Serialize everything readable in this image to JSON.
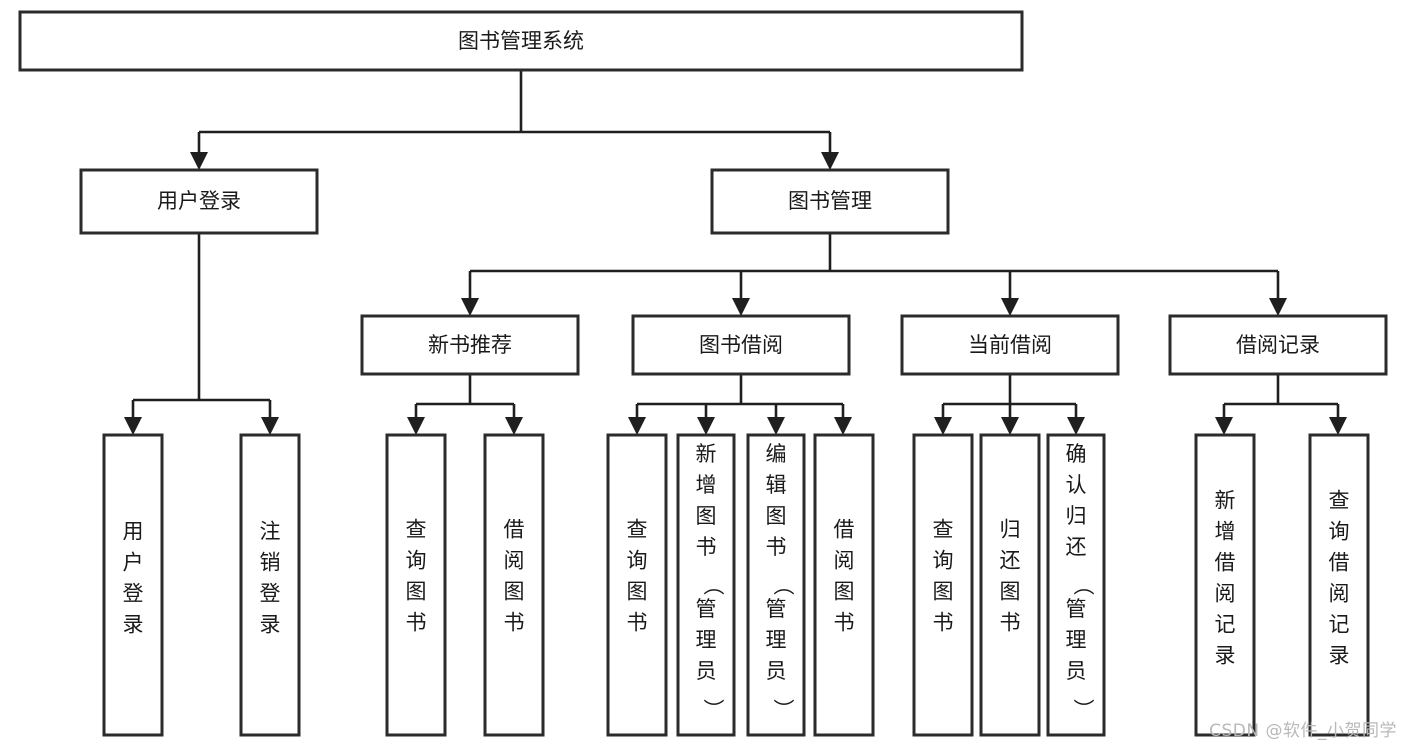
{
  "diagram": {
    "title": "图书管理系统",
    "watermark": "CSDN @软件_小贺同学",
    "colors": {
      "box_stroke": "#2b2b2b",
      "connector": "#1f1f1f",
      "background": "#ffffff",
      "text": "#1a1a1a",
      "watermark": "#b9b9b9"
    },
    "level1": {
      "label": "图书管理系统"
    },
    "level2": [
      {
        "label": "用户登录"
      },
      {
        "label": "图书管理"
      }
    ],
    "level3": [
      {
        "label": "新书推荐"
      },
      {
        "label": "图书借阅"
      },
      {
        "label": "当前借阅"
      },
      {
        "label": "借阅记录"
      }
    ],
    "leaves": {
      "user_login": [
        {
          "label": "用户登录",
          "chars": [
            "用",
            "户",
            "登",
            "录"
          ]
        },
        {
          "label": "注销登录",
          "chars": [
            "注",
            "销",
            "登",
            "录"
          ]
        }
      ],
      "new_book_recommend": [
        {
          "label": "查询图书",
          "chars": [
            "查",
            "询",
            "图",
            "书"
          ]
        },
        {
          "label": "借阅图书",
          "chars": [
            "借",
            "阅",
            "图",
            "书"
          ]
        }
      ],
      "book_borrow": [
        {
          "label": "查询图书",
          "chars": [
            "查",
            "询",
            "图",
            "书"
          ]
        },
        {
          "label": "新增图书（管理员）",
          "chars": [
            "新",
            "增",
            "图",
            "书",
            "（",
            "管",
            "理",
            "员",
            "）"
          ]
        },
        {
          "label": "编辑图书（管理员）",
          "chars": [
            "编",
            "辑",
            "图",
            "书",
            "（",
            "管",
            "理",
            "员",
            "）"
          ]
        },
        {
          "label": "借阅图书",
          "chars": [
            "借",
            "阅",
            "图",
            "书"
          ]
        }
      ],
      "current_borrow": [
        {
          "label": "查询图书",
          "chars": [
            "查",
            "询",
            "图",
            "书"
          ]
        },
        {
          "label": "归还图书",
          "chars": [
            "归",
            "还",
            "图",
            "书"
          ]
        },
        {
          "label": "确认归还（管理员）",
          "chars": [
            "确",
            "认",
            "归",
            "还",
            "（",
            "管",
            "理",
            "员",
            "）"
          ]
        }
      ],
      "borrow_record": [
        {
          "label": "新增借阅记录",
          "chars": [
            "新",
            "增",
            "借",
            "阅",
            "记",
            "录"
          ]
        },
        {
          "label": "查询借阅记录",
          "chars": [
            "查",
            "询",
            "借",
            "阅",
            "记",
            "录"
          ]
        }
      ]
    }
  }
}
